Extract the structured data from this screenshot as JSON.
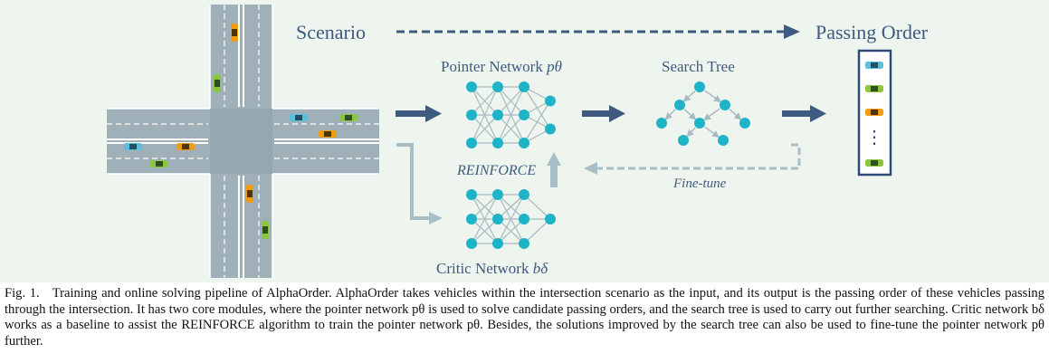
{
  "figure": {
    "scenario_label": "Scenario",
    "passing_order_label": "Passing Order",
    "pointer_network_label": "Pointer Network",
    "pointer_network_symbol": "pθ",
    "search_tree_label": "Search Tree",
    "reinforce_label": "REINFORCE",
    "critic_network_label": "Critic Network",
    "critic_network_symbol": "bδ",
    "fine_tune_label": "Fine-tune",
    "passing_order_ellipsis": "⋮"
  },
  "caption": {
    "label": "Fig. 1.",
    "text": "Training and online solving pipeline of AlphaOrder. AlphaOrder takes vehicles within the intersection scenario as the input, and its output is the passing order of these vehicles passing through the intersection. It has two core modules, where the pointer network pθ is used to solve candidate passing orders, and the search tree is used to carry out further searching. Critic network bδ works as a baseline to assist the REINFORCE algorithm to train the pointer network pθ. Besides, the solutions improved by the search tree can also be used to fine-tune the pointer network pθ further."
  },
  "colors": {
    "background": "#eef5ee",
    "road": "#9fb0b9",
    "node": "#1fb3c8",
    "arrow_dark": "#3f5a80",
    "arrow_light": "#a9bfc7",
    "car_blue": "#5bc0de",
    "car_green": "#8cc63f",
    "car_orange": "#f39c12"
  },
  "icons": [
    "car-icon"
  ]
}
